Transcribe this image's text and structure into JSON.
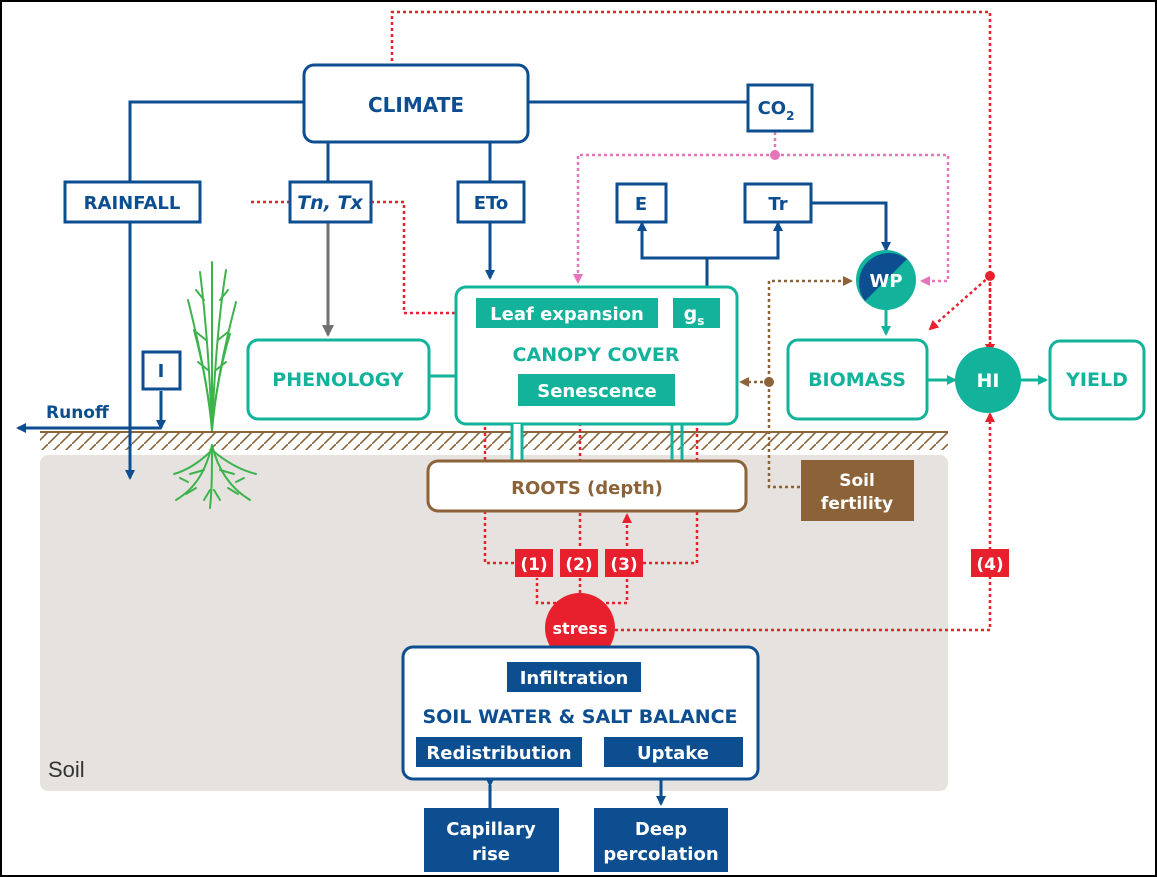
{
  "colors": {
    "blue": "#0d4e91",
    "teal": "#13b39b",
    "red": "#e8202d",
    "pink": "#e774b8",
    "brown": "#8c6239",
    "soil_bg": "#e5e2df",
    "green": "#3cb44b",
    "gray_arrow": "#707070"
  },
  "labels": {
    "climate": "CLIMATE",
    "co2_main": "CO",
    "co2_sub": "2",
    "rainfall": "RAINFALL",
    "tn_tx": "Tn, Tx",
    "eto": "ETo",
    "e": "E",
    "tr": "Tr",
    "wp": "WP",
    "leaf_expansion": "Leaf expansion",
    "gs_main": "g",
    "gs_sub": "s",
    "canopy_cover": "CANOPY COVER",
    "senescence": "Senescence",
    "phenology": "PHENOLOGY",
    "biomass": "BIOMASS",
    "hi": "HI",
    "yield": "YIELD",
    "irrigation": "I",
    "runoff": "Runoff",
    "roots": "ROOTS (depth)",
    "soil_fertility_1": "Soil",
    "soil_fertility_2": "fertility",
    "stress_1": "(1)",
    "stress_2": "(2)",
    "stress_3": "(3)",
    "stress_4": "(4)",
    "stress": "stress",
    "infiltration": "Infiltration",
    "soil_balance": "SOIL WATER & SALT BALANCE",
    "redistribution": "Redistribution",
    "uptake": "Uptake",
    "soil": "Soil",
    "capillary_1": "Capillary",
    "capillary_2": "rise",
    "deep_1": "Deep",
    "deep_2": "percolation"
  }
}
